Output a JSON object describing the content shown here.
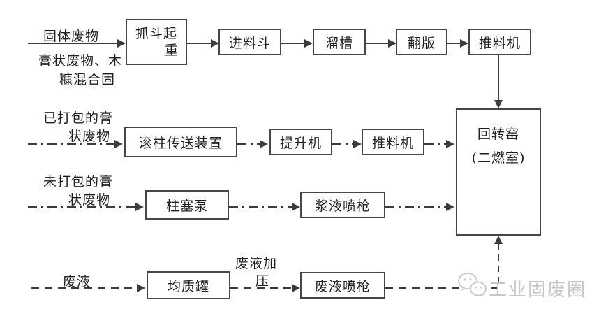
{
  "diagram": {
    "row1": {
      "input_label": "固体废物",
      "input_sublabel_1": "膏状废物、木",
      "input_sublabel_2": "糠混合固",
      "grab_crane_line1": "抓斗起",
      "grab_crane_line2": "重",
      "feed_hopper": "进料斗",
      "chute": "溜槽",
      "flip_plate": "翻版",
      "pusher": "推料机"
    },
    "row2": {
      "input_label_1": "已打包的膏",
      "input_label_2": "状废物",
      "roller_conveyor": "滚柱传送装置",
      "elevator": "提升机",
      "pusher": "推料机"
    },
    "row3": {
      "input_label_1": "未打包的膏",
      "input_label_2": "状废物",
      "plunger_pump": "柱塞泵",
      "slurry_spray_gun": "浆液喷枪"
    },
    "row4": {
      "input_label": "废液",
      "homogenization_tank": "均质罐",
      "pressure_label_1": "废液加",
      "pressure_label_2": "压",
      "waste_liquid_spray_gun": "废液喷枪"
    },
    "kiln": {
      "line1": "回转窑",
      "line2": "(二燃室)"
    },
    "watermark": {
      "text": "工业固废圈"
    },
    "colors": {
      "line": "#3b3b3b",
      "box_border": "#464646",
      "text": "#1f1f1f",
      "watermark": "#c7c7c7",
      "background": "#ffffff"
    }
  }
}
